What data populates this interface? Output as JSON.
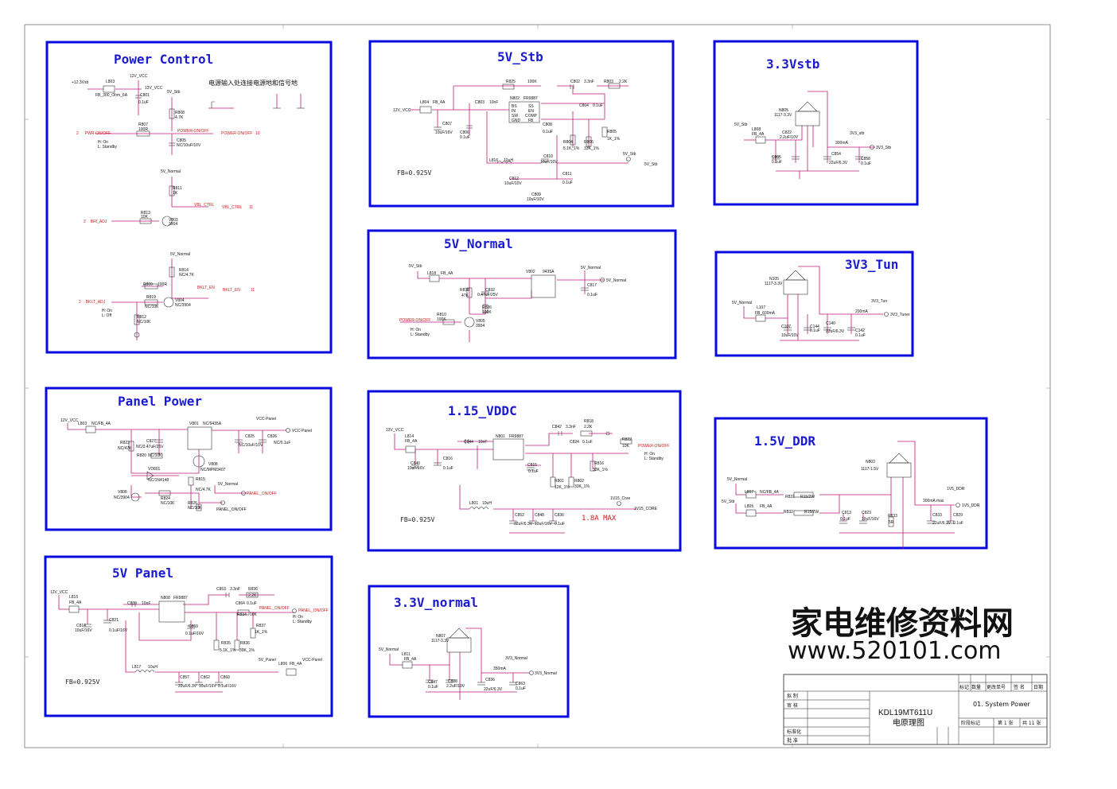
{
  "blocks": {
    "power_control": {
      "title": "Power Control",
      "note_cn": "电源输入处连接电源地和信号地",
      "parts": [
        "L803",
        "12V_VCC",
        "C801",
        "0.1uF",
        "R808",
        "4.7K",
        "R807",
        "100R",
        "C805",
        "NC/10uF/10V",
        "R811",
        "1K",
        "R813",
        "10K",
        "V803",
        "3904",
        "R814",
        "NC/4.7K",
        "R809",
        "100R",
        "R819",
        "NC/10K",
        "V804",
        "NC/3904",
        "R812",
        "NC/10K"
      ],
      "nets": [
        "+12.3Vsb",
        "FB_300_Ohm_6A",
        "12V_VCC",
        "5V_Stb",
        "PWR-ON/OFF",
        "POWER-ON/OFF",
        "BRI_ADJ",
        "BKLT_ADJ",
        "5V_Normal",
        "VBL_CTRL",
        "BKLT_EN"
      ],
      "pins": [
        "2",
        "2",
        "2",
        "10",
        "11",
        "11"
      ],
      "states": [
        "H: On",
        "L: Standby",
        "H: On",
        "L: Off"
      ]
    },
    "v5_stb": {
      "title": "5V_Stb",
      "note": "FB=0.925V",
      "parts": [
        "R825",
        "100K",
        "C802",
        "3.3nF",
        "R803",
        "2.2K",
        "L804",
        "FB_4A",
        "C803",
        "10nF",
        "N802",
        "FR9887",
        "C804",
        "0.1uF",
        "C807",
        "10uF/16V",
        "C806",
        "0.1uF",
        "C808",
        "0.1uF",
        "R804",
        "5.1K_1%",
        "R806",
        "33K_1%",
        "R805",
        "1K_1%",
        "L816",
        "10uH",
        "C810",
        "10uF/10V",
        "C812",
        "10uF/10V",
        "C811",
        "0.1uF",
        "C809",
        "10uF/10V"
      ],
      "nets": [
        "12V_VCC",
        "5V_Stb",
        "5V_Stb"
      ],
      "ic_pins": [
        "BS",
        "IN",
        "SW",
        "GND",
        "SS",
        "EN",
        "COMP",
        "FB"
      ]
    },
    "v33_stb": {
      "title": "3.3Vstb",
      "parts": [
        "N805",
        "1117-3.3V",
        "L808",
        "FB_4A",
        "C822",
        "2.2uF/10V",
        "C805",
        "0.1uF",
        "C854",
        "22uF/6.3V",
        "C858",
        "0.1uF"
      ],
      "nets": [
        "5V_Stb",
        "3V3_stb",
        "3V3_Stb",
        "300mA"
      ]
    },
    "v5_normal": {
      "title": "5V_Normal",
      "parts": [
        "L818",
        "FB_4A",
        "V802",
        "9435A",
        "R838",
        "47K",
        "C832",
        "0.47uF/25V",
        "R826",
        "100K",
        "C817",
        "0.1uF",
        "R810",
        "100K",
        "V805",
        "3904"
      ],
      "nets": [
        "5V_Stb",
        "5V_Normal",
        "5V_Normal",
        "POWER-ON/OFF"
      ],
      "states": [
        "H: On",
        "L: Standby"
      ]
    },
    "v3v3_tun": {
      "title": "3V3_Tun",
      "parts": [
        "N105",
        "1117-3.3V",
        "L107",
        "FB_600mA",
        "C107",
        "10uF/10V",
        "C144",
        "0.1uF",
        "C140",
        "22uF/6.3V",
        "C142",
        "0.1uF"
      ],
      "nets": [
        "5V_Normal",
        "3V3_Tun",
        "3V3_Tuner",
        "200mA"
      ]
    },
    "panel_power": {
      "title": "Panel Power",
      "parts": [
        "L803",
        "NC/FB_4A",
        "V801",
        "NC/9435A",
        "R823",
        "NC/47K",
        "C827",
        "NC/0.47uF/25V",
        "R820",
        "NC/10K",
        "C825",
        "NC/10uF/10V",
        "C826",
        "NC/0.1uF",
        "VD801",
        "NC/1N4148",
        "V808",
        "NC/MPM3407",
        "R815",
        "NC/4.7K",
        "V806",
        "NC/3904",
        "R824",
        "NC/10K",
        "R826",
        "NC/10K"
      ],
      "nets": [
        "12V_VCC",
        "VCC-Panel",
        "VCC-Panel",
        "5V_Normal",
        "PANEL_ON/OFF",
        "PANEL_ON/OFF"
      ]
    },
    "vddc": {
      "title": "1.15_VDDC",
      "note": "FB=0.925V",
      "max": "1.8A MAX",
      "parts": [
        "L814",
        "FB_4A",
        "C844",
        "10nF",
        "N801",
        "FR9887",
        "C842",
        "3.3nF",
        "R818",
        "2.2K",
        "C824",
        "0.1uF",
        "R822",
        "10K",
        "C840",
        "10uF/16V",
        "C816",
        "0.1uF",
        "C815",
        "0.1uF",
        "R801",
        "12K_1%",
        "R802",
        "33K_1%",
        "R816",
        "33K_1%",
        "L801",
        "10uH",
        "C852",
        "22uF/6.3V",
        "C848",
        "10uF/16V",
        "C836",
        "0.1uF"
      ],
      "nets": [
        "12V_VCC",
        "POWER-ON/OFF",
        "1V15_Core",
        "1V15_CORE"
      ],
      "states": [
        "H: On",
        "L: Standby"
      ]
    },
    "v15_ddr": {
      "title": "1.5V_DDR",
      "parts": [
        "N803",
        "1117-1.5V",
        "L807",
        "NC/FB_4A",
        "R831",
        "R15/2W",
        "L805",
        "FB_4A",
        "R832",
        "R15/2W",
        "C813",
        "0.1uF",
        "C823",
        "10uF/16V",
        "R833",
        "5R",
        "C833",
        "22uF/6.3V",
        "C829",
        "0.1uF"
      ],
      "nets": [
        "5V_Normal",
        "5V_Stb",
        "1V5_DDR",
        "1V5_DDR",
        "300mA max"
      ]
    },
    "v5_panel": {
      "title": "5V Panel",
      "note": "FB=0.925V",
      "parts": [
        "L815",
        "FB_4A",
        "C830",
        "10nF",
        "N808",
        "FR9887",
        "C853",
        "3.3nF",
        "R836",
        "2.2K",
        "C864",
        "0.1uF",
        "R834",
        "10K",
        "C814",
        "10uF/16V",
        "C821",
        "0.1uF/16V",
        "C859",
        "0.1uF/16V",
        "R835",
        "5.1K_1%",
        "R836",
        "39K_1%",
        "R837",
        "1K_1%",
        "L817",
        "10uH",
        "C857",
        "22uF/6.3V",
        "C862",
        "10uF/16V",
        "C860",
        "0.1uF/16V",
        "L806",
        "FB_4A"
      ],
      "nets": [
        "12V_VCC",
        "PANEL_ON/OFF",
        "PANEL_ON/OFF",
        "5V_Panel",
        "VCC-Panel"
      ],
      "states": [
        "H: On",
        "L: Standby"
      ]
    },
    "v33_normal": {
      "title": "3.3V_normal",
      "parts": [
        "N807",
        "1117-3.3V",
        "L811",
        "FB_4A",
        "C847",
        "0.1uF",
        "C888",
        "2.2uF/10V",
        "C836",
        "22uF/6.3V",
        "C863",
        "0.1uF"
      ],
      "nets": [
        "5V_Normal",
        "3V3_Normal",
        "3V3_Normal",
        "350mA"
      ]
    }
  },
  "watermark": {
    "cn": "家电维修资料网",
    "url": "www.520101.com"
  },
  "title_block": {
    "model": "KDL19MT611U",
    "doc": "电原理图",
    "sheet": "01. System Power",
    "drawn": "拟 制",
    "check": "审 核",
    "std": "标准化",
    "approve": "批 准",
    "hdr": [
      "标记",
      "数量",
      "更改单号",
      "签 名",
      "日期"
    ],
    "stage": "阶段标记",
    "page": "第 1 张",
    "total": "共 11 张"
  },
  "colors": {
    "frame": "#0a0ae0",
    "wire": "#c21a7c",
    "net": "#d01818",
    "title": "#1a1ad0"
  }
}
